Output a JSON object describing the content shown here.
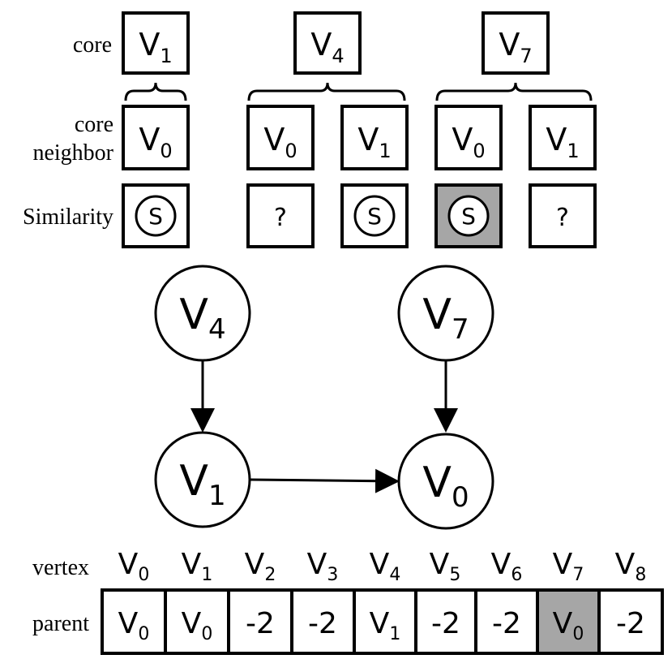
{
  "row_labels": {
    "core": "core",
    "core_neighbor_line1": "core",
    "core_neighbor_line2": "neighbor",
    "similarity": "Similarity",
    "vertex": "vertex",
    "parent": "parent"
  },
  "cores": [
    {
      "base": "V",
      "sub": "1"
    },
    {
      "base": "V",
      "sub": "4"
    },
    {
      "base": "V",
      "sub": "7"
    }
  ],
  "core_neighbors": [
    {
      "base": "V",
      "sub": "0"
    },
    {
      "base": "V",
      "sub": "0"
    },
    {
      "base": "V",
      "sub": "1"
    },
    {
      "base": "V",
      "sub": "0"
    },
    {
      "base": "V",
      "sub": "1"
    }
  ],
  "similarity": [
    {
      "text": "S",
      "circled": true,
      "highlighted": false
    },
    {
      "text": "?",
      "circled": false,
      "highlighted": false
    },
    {
      "text": "S",
      "circled": true,
      "highlighted": false
    },
    {
      "text": "S",
      "circled": true,
      "highlighted": true
    },
    {
      "text": "?",
      "circled": false,
      "highlighted": false
    }
  ],
  "graph": {
    "nodes": [
      {
        "id": "V4",
        "base": "V",
        "sub": "4"
      },
      {
        "id": "V7",
        "base": "V",
        "sub": "7"
      },
      {
        "id": "V1",
        "base": "V",
        "sub": "1"
      },
      {
        "id": "V0",
        "base": "V",
        "sub": "0"
      }
    ],
    "edges": [
      {
        "from": "V4",
        "to": "V1"
      },
      {
        "from": "V7",
        "to": "V0"
      },
      {
        "from": "V1",
        "to": "V0"
      }
    ]
  },
  "vertices": [
    {
      "base": "V",
      "sub": "0"
    },
    {
      "base": "V",
      "sub": "1"
    },
    {
      "base": "V",
      "sub": "2"
    },
    {
      "base": "V",
      "sub": "3"
    },
    {
      "base": "V",
      "sub": "4"
    },
    {
      "base": "V",
      "sub": "5"
    },
    {
      "base": "V",
      "sub": "6"
    },
    {
      "base": "V",
      "sub": "7"
    },
    {
      "base": "V",
      "sub": "8"
    }
  ],
  "parents": [
    {
      "base": "V",
      "sub": "0",
      "highlighted": false
    },
    {
      "base": "V",
      "sub": "0",
      "highlighted": false
    },
    {
      "text": "-2",
      "highlighted": false
    },
    {
      "text": "-2",
      "highlighted": false
    },
    {
      "base": "V",
      "sub": "1",
      "highlighted": false
    },
    {
      "text": "-2",
      "highlighted": false
    },
    {
      "text": "-2",
      "highlighted": false
    },
    {
      "base": "V",
      "sub": "0",
      "highlighted": true
    },
    {
      "text": "-2",
      "highlighted": false
    }
  ],
  "colors": {
    "highlight": "#a6a6a6",
    "stroke": "#000000",
    "background": "#ffffff"
  }
}
